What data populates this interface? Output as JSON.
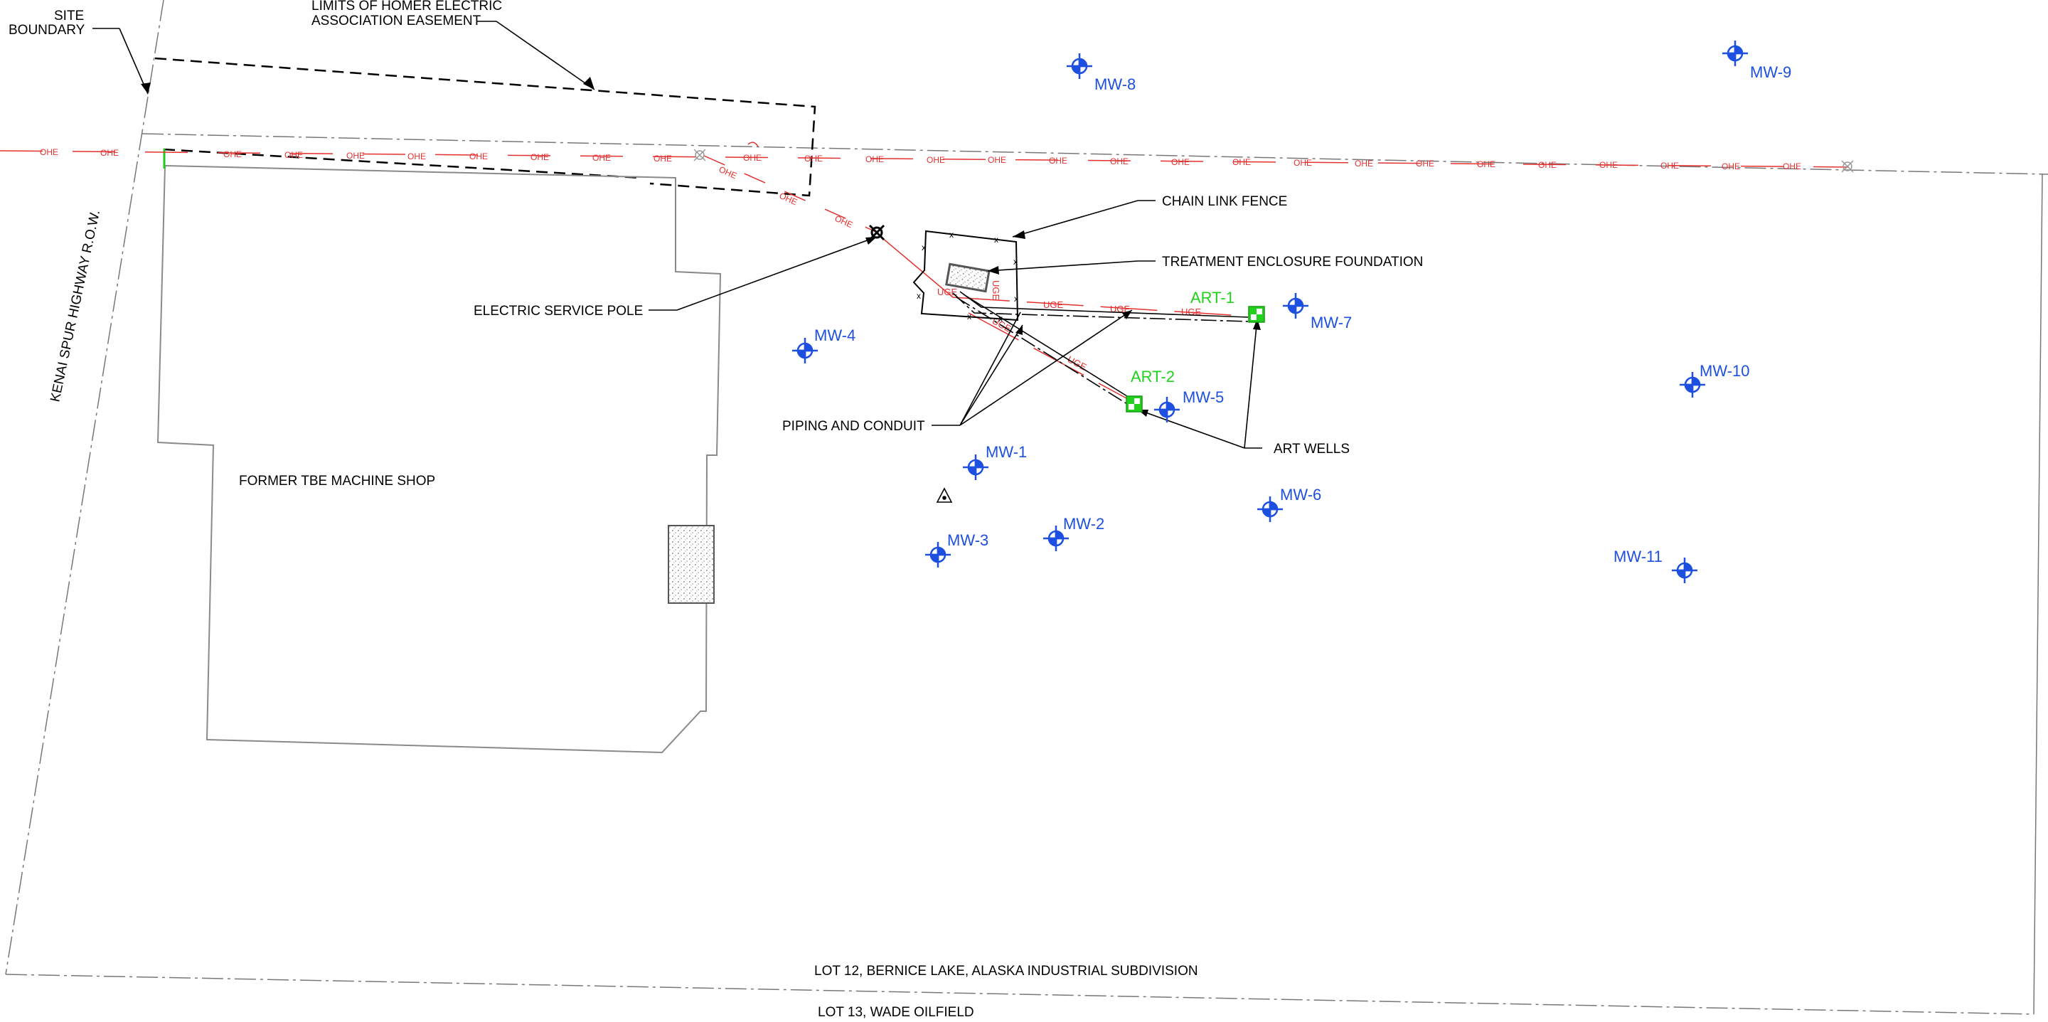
{
  "labels": {
    "site_boundary": [
      "SITE",
      "BOUNDARY"
    ],
    "easement": [
      "LIMITS OF HOMER ELECTRIC",
      "ASSOCIATION EASEMENT"
    ],
    "highway": "KENAI SPUR HIGHWAY R.O.W.",
    "chain_link_fence": "CHAIN LINK FENCE",
    "treatment_enclosure": "TREATMENT ENCLOSURE FOUNDATION",
    "electric_pole": "ELECTRIC SERVICE POLE",
    "piping": "PIPING AND CONDUIT",
    "art_wells": "ART WELLS",
    "machine_shop": "FORMER TBE MACHINE SHOP",
    "lot12": "LOT 12, BERNICE LAKE, ALASKA INDUSTRIAL SUBDIVISION",
    "lot13": "LOT 13, WADE OILFIELD"
  },
  "line_codes": {
    "overhead": "OHE",
    "underground": "UGE"
  },
  "monitoring_wells": [
    "MW-1",
    "MW-2",
    "MW-3",
    "MW-4",
    "MW-5",
    "MW-6",
    "MW-7",
    "MW-8",
    "MW-9",
    "MW-10",
    "MW-11"
  ],
  "art_wells": [
    "ART-1",
    "ART-2"
  ],
  "colors": {
    "monitoring_well": "#1d4fe0",
    "art_well": "#22d11c",
    "electric_line": "#e53030",
    "linework": "#000000",
    "building": "#8a8a8a"
  }
}
